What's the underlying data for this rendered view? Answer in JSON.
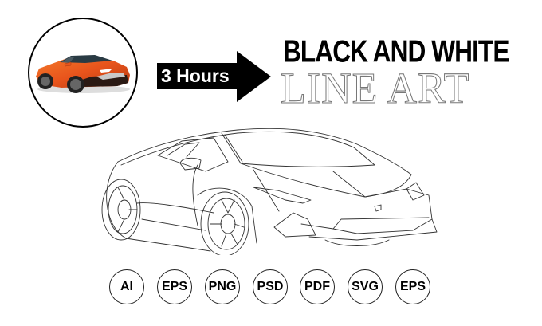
{
  "hero": {
    "photo": {
      "icon": "orange-sports-car-photo",
      "alt": "orange sports car",
      "color": "#e8541c"
    },
    "arrow_label": "3 Hours",
    "title_line1": "BLACK AND WHITE",
    "title_line2": "LINE ART"
  },
  "drawing": {
    "icon": "sports-car-line-art"
  },
  "formats": [
    {
      "label": "AI"
    },
    {
      "label": "EPS"
    },
    {
      "label": "PNG"
    },
    {
      "label": "PSD"
    },
    {
      "label": "PDF"
    },
    {
      "label": "SVG"
    },
    {
      "label": "EPS"
    }
  ],
  "colors": {
    "accent": "#000000",
    "background": "#ffffff",
    "car_orange": "#e8541c"
  }
}
